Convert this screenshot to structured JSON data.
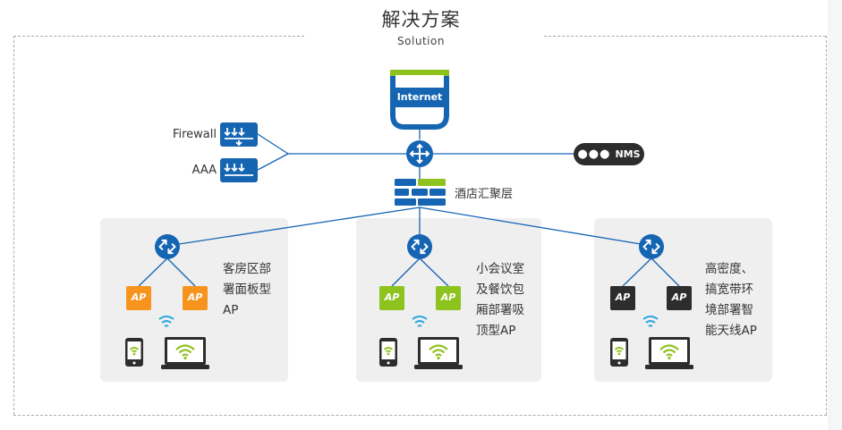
{
  "header": {
    "title": "解决方案",
    "subtitle": "Solution"
  },
  "core": {
    "internet_label": "Internet",
    "firewall_label": "Firewall",
    "aaa_label": "AAA",
    "nms_label": "NMS",
    "aggregation_label": "酒店汇聚层"
  },
  "scenarios": [
    {
      "lines": [
        "客房区部",
        "署面板型",
        "AP"
      ],
      "ap_label": "AP",
      "ap_color": "#f7941d"
    },
    {
      "lines": [
        "小会议室",
        "及餐饮包",
        "厢部署吸",
        "顶型AP"
      ],
      "ap_label": "AP",
      "ap_color": "#8dc21f"
    },
    {
      "lines": [
        "高密度、",
        "搞宽带环",
        "境部署智",
        "能天线AP"
      ],
      "ap_label": "AP",
      "ap_color": "#2d2d2d"
    }
  ],
  "colors": {
    "primary": "#1565b3",
    "accent_green": "#8dc21f",
    "panel": "#efefef"
  }
}
